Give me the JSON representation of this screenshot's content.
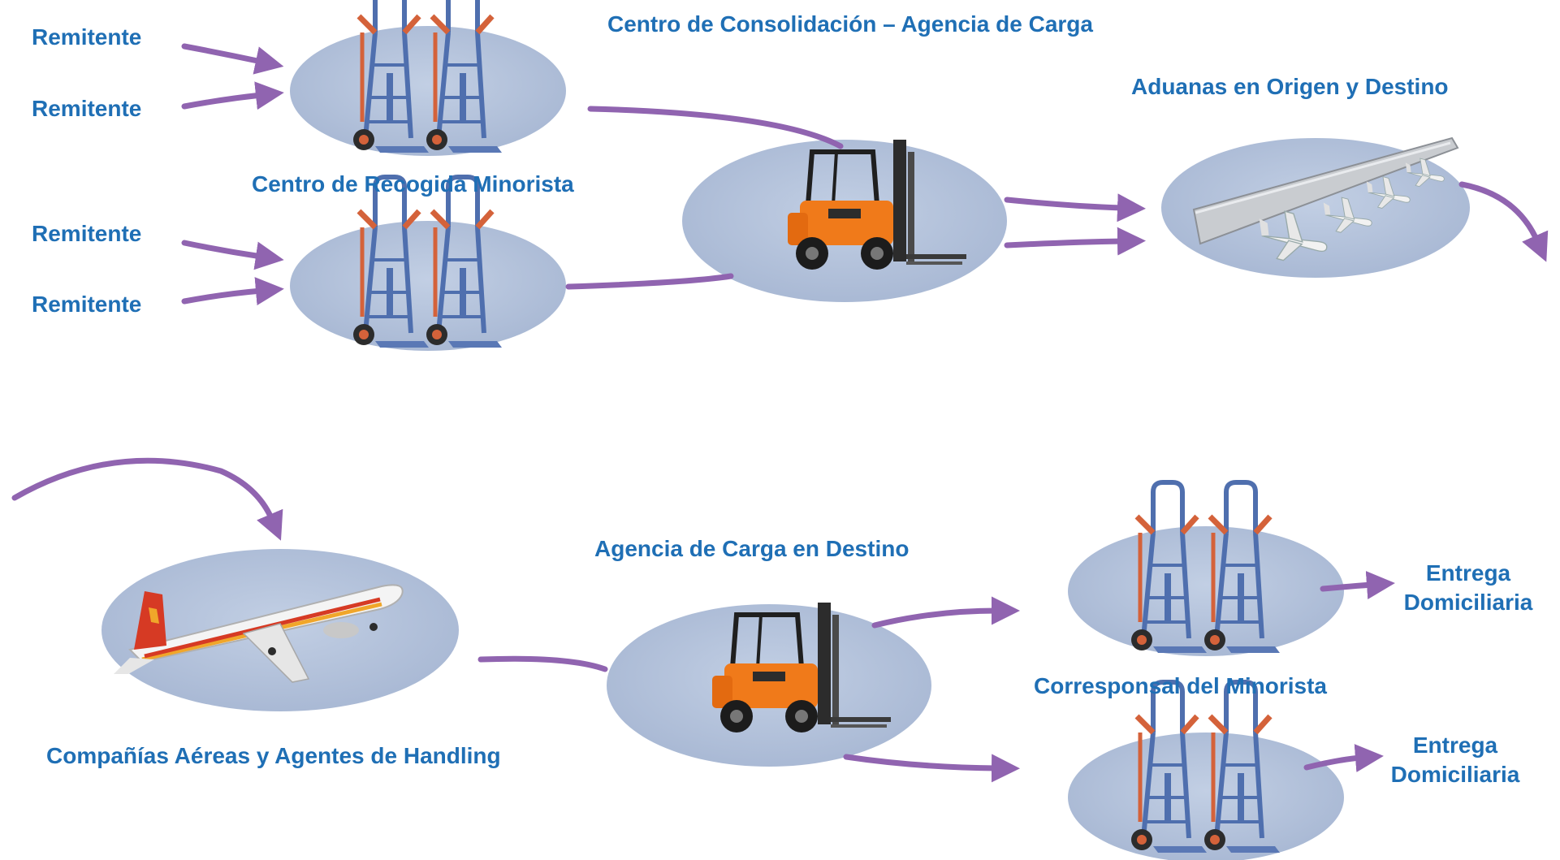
{
  "labels": {
    "remitente": "Remitente",
    "consolidation_center": "Centro de Consolidación – Agencia de Carga",
    "customs": "Aduanas en Origen y Destino",
    "retail_pickup": "Centro de Recogida Minorista",
    "airlines": "Compañías Aéreas y Agentes de Handling",
    "destination_agency": "Agencia de Carga en Destino",
    "retail_correspondent": "Corresponsal del Minorista",
    "home_delivery_line1": "Entrega",
    "home_delivery_line2": "Domiciliaria"
  },
  "colors": {
    "label_text": "#1f6fb5",
    "arrow": "#9064b0",
    "ellipse_fill": "#aebcd6",
    "hand_truck_frame": "#4f6fae",
    "hand_truck_handle": "#d4623a",
    "forklift_body": "#f07a1a",
    "forklift_mast": "#2c2c2c",
    "airplane_livery": "#d63a24",
    "airplane_stripe": "#f0a62a"
  },
  "icons": {
    "pickup_center": "hand-truck-icon",
    "consolidation": "forklift-icon",
    "customs": "airport-runway-icon",
    "airline": "airplane-icon"
  }
}
